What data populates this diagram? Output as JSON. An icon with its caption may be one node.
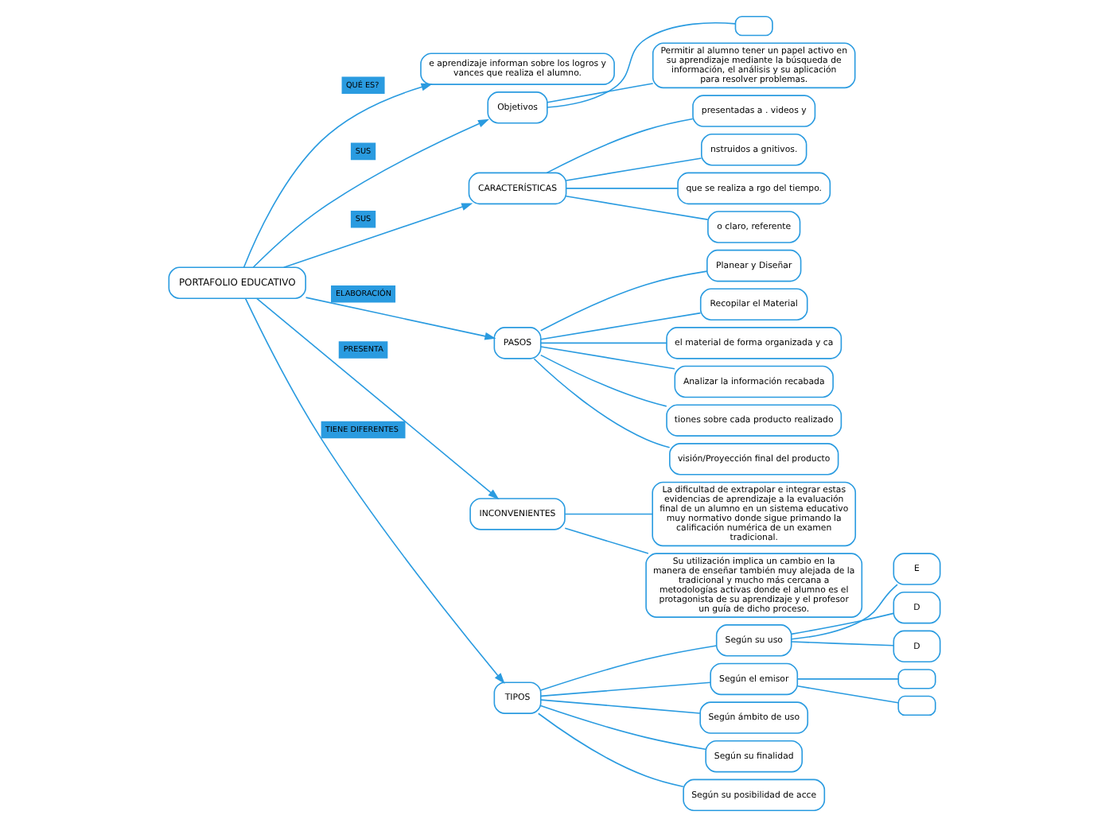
{
  "diagram": {
    "nodes": [
      {
        "text": [
          "PORTAFOLIO EDUCATIVO"
        ]
      },
      {
        "text": [
          "e aprendizaje informan sobre los logros y vances que realiza el alumno."
        ]
      },
      {
        "text": [
          "Objetivos"
        ]
      },
      {
        "text": [],
        "shape": "box"
      },
      {
        "text": [
          "Permitir al alumno tener un papel activo en su aprendizaje mediante la búsqueda de información, el análisis y su aplicación para resolver problemas."
        ]
      },
      {
        "text": [
          "CARACTERÍSTICAS"
        ]
      },
      {
        "text": [
          "presentadas a . videos y"
        ]
      },
      {
        "text": [
          "nstruidos a gnitivos."
        ]
      },
      {
        "text": [
          "que se realiza a rgo del tiempo."
        ]
      },
      {
        "text": [
          "o claro, referente"
        ]
      },
      {
        "text": [
          "PASOS"
        ]
      },
      {
        "text": [
          "Planear y Diseñar"
        ]
      },
      {
        "text": [
          "Recopilar el Material"
        ]
      },
      {
        "text": [
          "el material de forma organizada y ca"
        ]
      },
      {
        "text": [
          "Analizar la información recabada"
        ]
      },
      {
        "text": [
          "tiones sobre cada producto realizado"
        ]
      },
      {
        "text": [
          "visión/Proyección final del producto"
        ]
      },
      {
        "text": [
          "INCONVENIENTES"
        ]
      },
      {
        "text": [
          "La dificultad de extrapolar e integrar estas evidencias de aprendizaje a la evaluación final de un alumno en un sistema educativo muy normativo donde sigue primando la calificación numérica de un examen tradicional."
        ]
      },
      {
        "text": [
          "Su utilización implica un cambio en la manera de enseñar también muy alejada de la tradicional y mucho más cercana a metodologías activas donde el alumno es el protagonista de su aprendizaje y el profesor un guía de dicho proceso."
        ]
      },
      {
        "text": [
          "TIPOS"
        ]
      },
      {
        "text": [
          "Según su uso"
        ]
      },
      {
        "text": [
          "E"
        ]
      },
      {
        "text": [
          "D"
        ]
      },
      {
        "text": [
          "D"
        ]
      },
      {
        "text": [
          "Según el emisor"
        ]
      },
      {
        "text": [],
        "shape": "box"
      },
      {
        "text": [],
        "shape": "box"
      },
      {
        "text": [
          "Según ámbito de uso"
        ]
      },
      {
        "text": [
          "Según su finalidad"
        ]
      },
      {
        "text": [
          "Según su posibilidad de acce"
        ]
      }
    ],
    "edges": [
      {
        "from": 0,
        "to": 1,
        "arrow": "to",
        "label": "QUÉ ES?"
      },
      {
        "from": 0,
        "to": 2,
        "arrow": "to",
        "label": "SUS"
      },
      {
        "from": 2,
        "to": 3,
        "arrow": "none"
      },
      {
        "from": 2,
        "to": 4,
        "arrow": "none"
      },
      {
        "from": 0,
        "to": 5,
        "arrow": "to",
        "label": "SUS"
      },
      {
        "from": 5,
        "to": 6,
        "arrow": "none"
      },
      {
        "from": 5,
        "to": 7,
        "arrow": "none"
      },
      {
        "from": 5,
        "to": 8,
        "arrow": "none"
      },
      {
        "from": 5,
        "to": 9,
        "arrow": "none"
      },
      {
        "from": 0,
        "to": 10,
        "arrow": "to",
        "label": "ELABORACIÓN"
      },
      {
        "from": 10,
        "to": 11,
        "arrow": "none"
      },
      {
        "from": 10,
        "to": 12,
        "arrow": "none"
      },
      {
        "from": 10,
        "to": 13,
        "arrow": "none"
      },
      {
        "from": 10,
        "to": 14,
        "arrow": "none"
      },
      {
        "from": 10,
        "to": 15,
        "arrow": "none"
      },
      {
        "from": 10,
        "to": 16,
        "arrow": "none"
      },
      {
        "from": 0,
        "to": 17,
        "arrow": "to",
        "label": "PRESENTA"
      },
      {
        "from": 17,
        "to": 18,
        "arrow": "none"
      },
      {
        "from": 17,
        "to": 19,
        "arrow": "none"
      },
      {
        "from": 0,
        "to": 20,
        "arrow": "to",
        "label": "TIENE DIFERENTES"
      },
      {
        "from": 20,
        "to": 21,
        "arrow": "none"
      },
      {
        "from": 21,
        "to": 22,
        "arrow": "none"
      },
      {
        "from": 21,
        "to": 23,
        "arrow": "none"
      },
      {
        "from": 21,
        "to": 24,
        "arrow": "none"
      },
      {
        "from": 20,
        "to": 25,
        "arrow": "none"
      },
      {
        "from": 25,
        "to": 26,
        "arrow": "none"
      },
      {
        "from": 25,
        "to": 27,
        "arrow": "none"
      },
      {
        "from": 20,
        "to": 28,
        "arrow": "none"
      },
      {
        "from": 20,
        "to": 29,
        "arrow": "none"
      },
      {
        "from": 20,
        "to": 30,
        "arrow": "none"
      }
    ]
  }
}
